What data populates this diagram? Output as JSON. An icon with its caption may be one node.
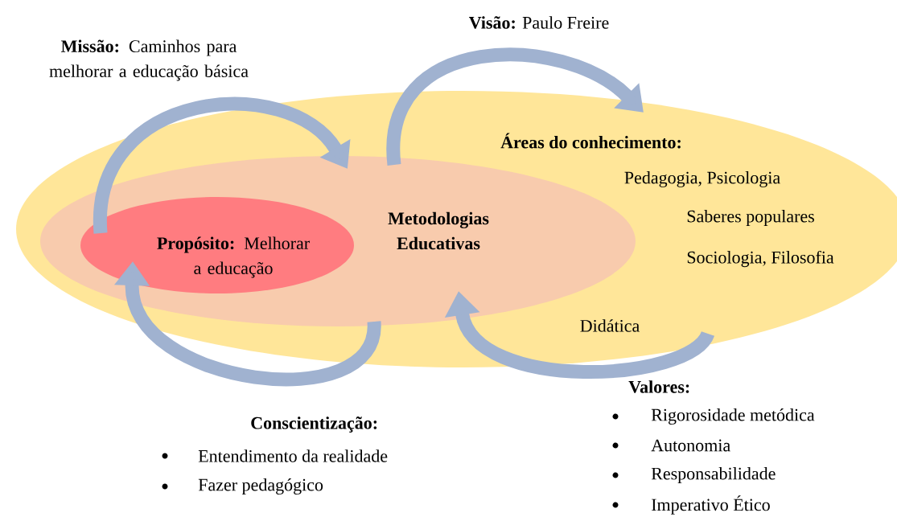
{
  "diagram": {
    "nodes": [
      {
        "text": [
          "Áreas do conhecimento:",
          "Pedagogia, Psicologia",
          "Saberes populares",
          "Sociologia, Filosofia",
          "Didática"
        ]
      },
      {
        "text": [
          "Metodologias Educativas"
        ],
        "in": 0
      },
      {
        "text": [
          "**Propósito:** Melhorar a educação"
        ],
        "in": 1
      }
    ],
    "edges": [
      {
        "from": 2,
        "to": 1,
        "arrow": "to",
        "label": "**Missão:** Caminhos para melhorar a educação básica"
      },
      {
        "from": 1,
        "to": 0,
        "arrow": "to",
        "label": "**Visão:** Paulo Freire"
      },
      {
        "from": 0,
        "to": 1,
        "arrow": "to",
        "label": "Valores:"
      },
      {
        "from": 1,
        "to": 2,
        "arrow": "to",
        "label": "Conscientização:"
      }
    ],
    "labels": [
      "Entendimento da realidade",
      "Fazer pedagógico",
      "Rigorosidade metódica",
      "Autonomia",
      "Responsabilidade",
      "Imperativo Ético"
    ]
  }
}
